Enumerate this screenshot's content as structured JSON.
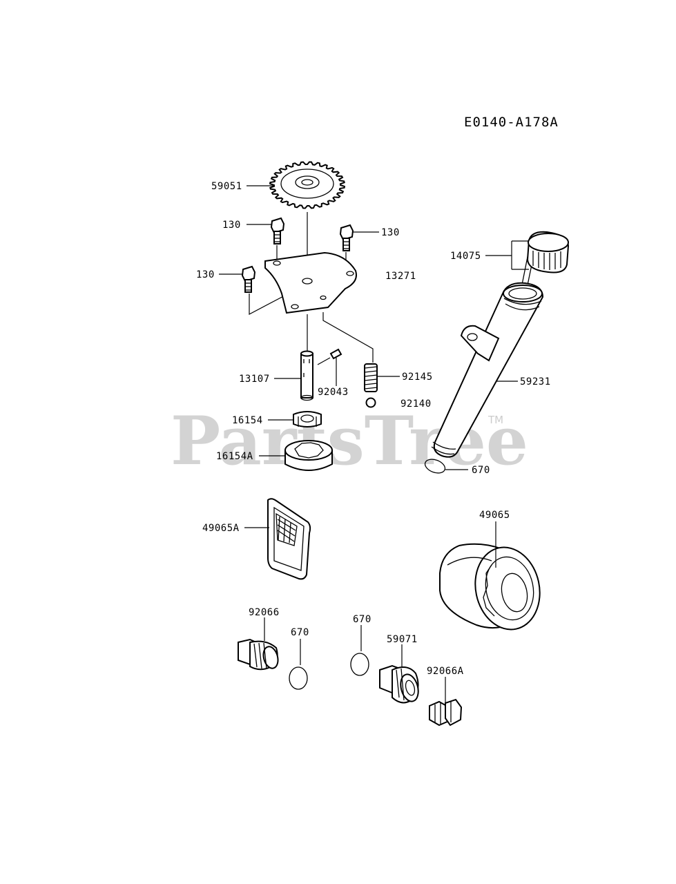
{
  "diagram_code": "E0140-A178A",
  "watermark": {
    "text": "PartsTree",
    "trademark": "TM"
  },
  "callouts": [
    "59051",
    "130",
    "130",
    "130",
    "13271",
    "14075",
    "59231",
    "13107",
    "92043",
    "92145",
    "92140",
    "16154",
    "16154A",
    "670",
    "49065A",
    "49065",
    "92066",
    "670",
    "670",
    "59071",
    "92066A"
  ]
}
